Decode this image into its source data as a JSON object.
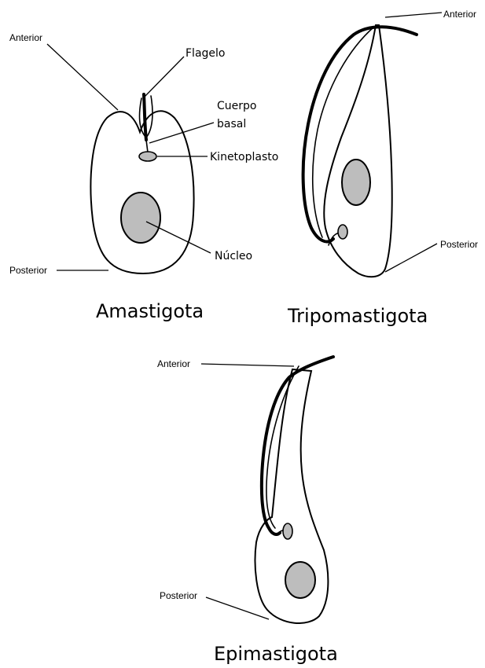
{
  "amastigota": {
    "title": "Amastigota",
    "anterior": "Anterior",
    "posterior": "Posterior",
    "flagelo": "Flagelo",
    "cuerpo_basal_line1": "Cuerpo",
    "cuerpo_basal_line2": "basal",
    "kinetoplasto": "Kinetoplasto",
    "nucleo": "Núcleo"
  },
  "tripomastigota": {
    "title": "Tripomastigota",
    "anterior": "Anterior",
    "posterior": "Posterior"
  },
  "epimastigota": {
    "title": "Epimastigota",
    "anterior": "Anterior",
    "posterior": "Posterior"
  },
  "colors": {
    "organelle_fill": "#bdbdbd",
    "outline": "#000000",
    "background": "#ffffff"
  }
}
